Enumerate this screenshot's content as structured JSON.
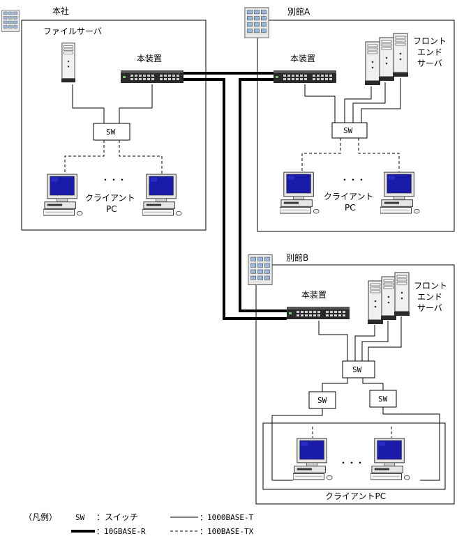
{
  "sites": {
    "honsha": {
      "label": "本社",
      "file_server": "ファイルサーバ",
      "device": "本装置",
      "switch": "SW",
      "dots": "・・・",
      "client_line1": "クライアント",
      "client_line2": "PC"
    },
    "bekkan_a": {
      "label": "別館A",
      "device": "本装置",
      "frontend_line1": "フロント",
      "frontend_line2": "エンド",
      "frontend_line3": "サーバ",
      "switch": "SW",
      "dots": "・・・",
      "client_line1": "クライアント",
      "client_line2": "PC"
    },
    "bekkan_b": {
      "label": "別館B",
      "device": "本装置",
      "frontend_line1": "フロント",
      "frontend_line2": "エンド",
      "frontend_line3": "サーバ",
      "switch_main": "SW",
      "switch_left": "SW",
      "switch_right": "SW",
      "dots": "・・・",
      "clients": "クライアントPC"
    }
  },
  "legend": {
    "title": "（凡例）",
    "sw_key": "SW",
    "sw_desc": "：スイッチ",
    "thin_line": "：1000BASE-T",
    "thick_line": "：10GBASE-R",
    "dashed_line": "：100BASE-TX"
  },
  "colors": {
    "screen": "#1a1aa8",
    "screen_highlight": "#3a3ae0",
    "switch_body": "#2a2a2a",
    "building": "#9ab8dc"
  }
}
